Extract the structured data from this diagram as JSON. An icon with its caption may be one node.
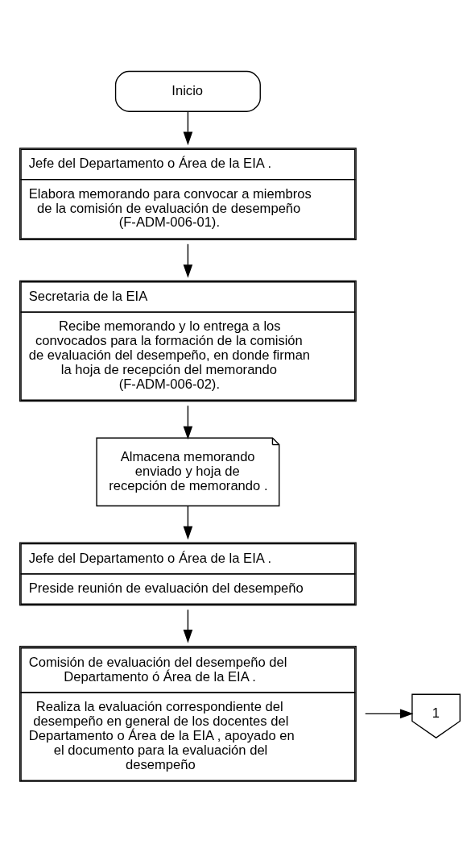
{
  "diagram": {
    "nodes": [
      {
        "text": [
          "Inicio"
        ]
      },
      {
        "text": [
          "Jefe del Departamento o Área de la EIA .",
          "Elabora memorando para convocar a miembros de la comisión de evaluación de desempeño (F-ADM-006-01)."
        ]
      },
      {
        "text": [
          "Secretaria de la EIA",
          "Recibe memorando y lo entrega a los convocados para la formación de la comisión de evaluación del desempeño, en donde firman la hoja de recepción del memorando (F-ADM-006-02)."
        ]
      },
      {
        "text": [
          "Almacena memorando enviado y hoja de recepción de memorando ."
        ]
      },
      {
        "text": [
          "Jefe del Departamento o Área de la EIA .",
          "Preside reunión de evaluación del desempeño"
        ]
      },
      {
        "text": [
          "Comisión de evaluación del desempeño del Departamento ó Área de la EIA .",
          "Realiza la evaluación correspondiente del desempeño en general de los docentes del Departamento o Área de la EIA , apoyado en el documento para la evaluación del desempeño"
        ]
      },
      {
        "text": [
          "1"
        ]
      }
    ],
    "edges": [
      {
        "from": 0,
        "to": 1,
        "arrow": "to"
      },
      {
        "from": 1,
        "to": 2,
        "arrow": "to"
      },
      {
        "from": 2,
        "to": 3,
        "arrow": "to"
      },
      {
        "from": 3,
        "to": 4,
        "arrow": "to"
      },
      {
        "from": 4,
        "to": 5,
        "arrow": "to"
      },
      {
        "from": 5,
        "to": 6,
        "arrow": "to"
      }
    ]
  }
}
